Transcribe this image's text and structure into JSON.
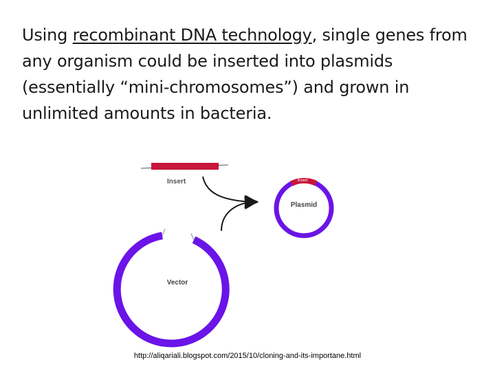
{
  "slide": {
    "text_parts": [
      "Using ",
      "recombinant DNA technology",
      ", single genes from any organism could be inserted into plasmids (essentially “mini-chromosomes”) and grown in unlimited amounts in bacteria."
    ]
  },
  "diagram": {
    "insert_label": "Insert",
    "plasmid_label": "Plasmid",
    "vector_label": "Vector",
    "insert_tag_label": "Insert",
    "colors": {
      "insert": "#c8163c",
      "vector": "#6a14e8",
      "arrow": "#1a1a1a"
    }
  },
  "source": {
    "url": "http://aliqariali.blogspot.com/2015/10/cloning-and-its-importane.html"
  }
}
